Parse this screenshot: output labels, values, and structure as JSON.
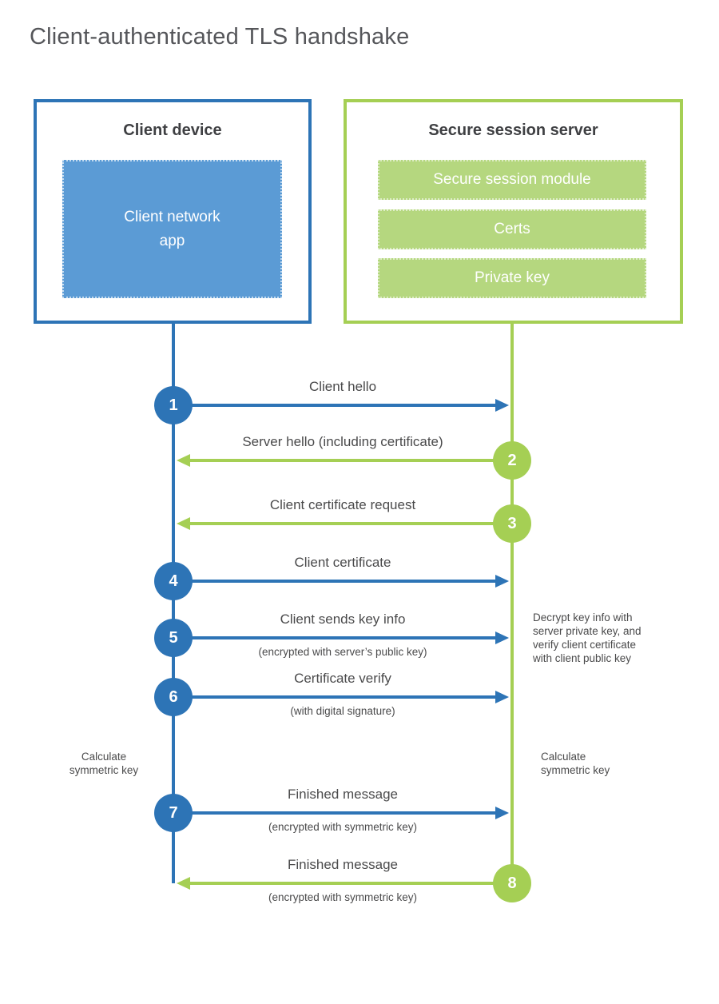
{
  "title": "Client-authenticated TLS handshake",
  "colors": {
    "blue": "#2d74b6",
    "blue_fill": "#5b9bd5",
    "green": "#a5cf54",
    "green_fill": "#b5d77f"
  },
  "client": {
    "title": "Client device",
    "app_label": "Client network\napp"
  },
  "server": {
    "title": "Secure session server",
    "modules": [
      "Secure session module",
      "Certs",
      "Private key"
    ]
  },
  "messages": [
    {
      "number": "1",
      "label": "Client hello",
      "direction": "right",
      "from": "client"
    },
    {
      "number": "2",
      "label": "Server hello (including certificate)",
      "direction": "left",
      "from": "server"
    },
    {
      "number": "3",
      "label": "Client certificate request",
      "direction": "left",
      "from": "server"
    },
    {
      "number": "4",
      "label": "Client certificate",
      "direction": "right",
      "from": "client"
    },
    {
      "number": "5",
      "label": "Client sends key info",
      "sub": "(encrypted with server’s public key)",
      "direction": "right",
      "from": "client"
    },
    {
      "number": "6",
      "label": "Certificate verify",
      "sub": "(with digital signature)",
      "direction": "right",
      "from": "client"
    },
    {
      "number": "7",
      "label": "Finished message",
      "sub": "(encrypted with symmetric key)",
      "direction": "right",
      "from": "client"
    },
    {
      "number": "8",
      "label": "Finished message",
      "sub": "(encrypted with symmetric key)",
      "direction": "left",
      "from": "server"
    }
  ],
  "annotations": {
    "calculate_left": "Calculate\nsymmetric key",
    "calculate_right": "Calculate\nsymmetric key",
    "decrypt_note": "Decrypt key info with\nserver private key, and\nverify client certificate\nwith client public key"
  }
}
